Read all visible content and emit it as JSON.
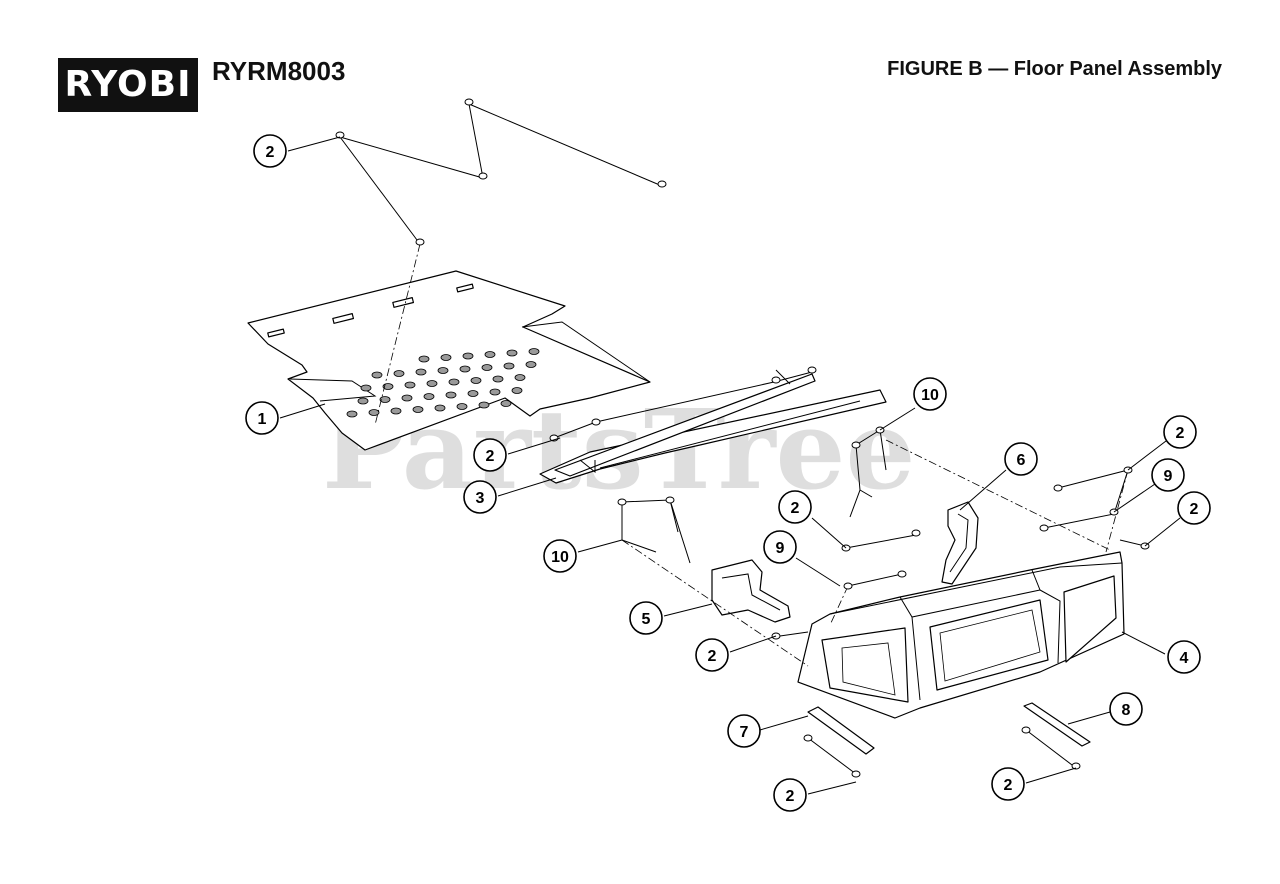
{
  "header": {
    "brand_logo_text": "RYOBI",
    "model": "RYRM8003",
    "figure_title": "FIGURE B — Floor Panel Assembly"
  },
  "watermark": "PartsTree",
  "callouts": [
    "2",
    "1",
    "2",
    "3",
    "10",
    "6",
    "2",
    "9",
    "2",
    "2",
    "10",
    "9",
    "5",
    "2",
    "4",
    "7",
    "8",
    "2",
    "2"
  ]
}
